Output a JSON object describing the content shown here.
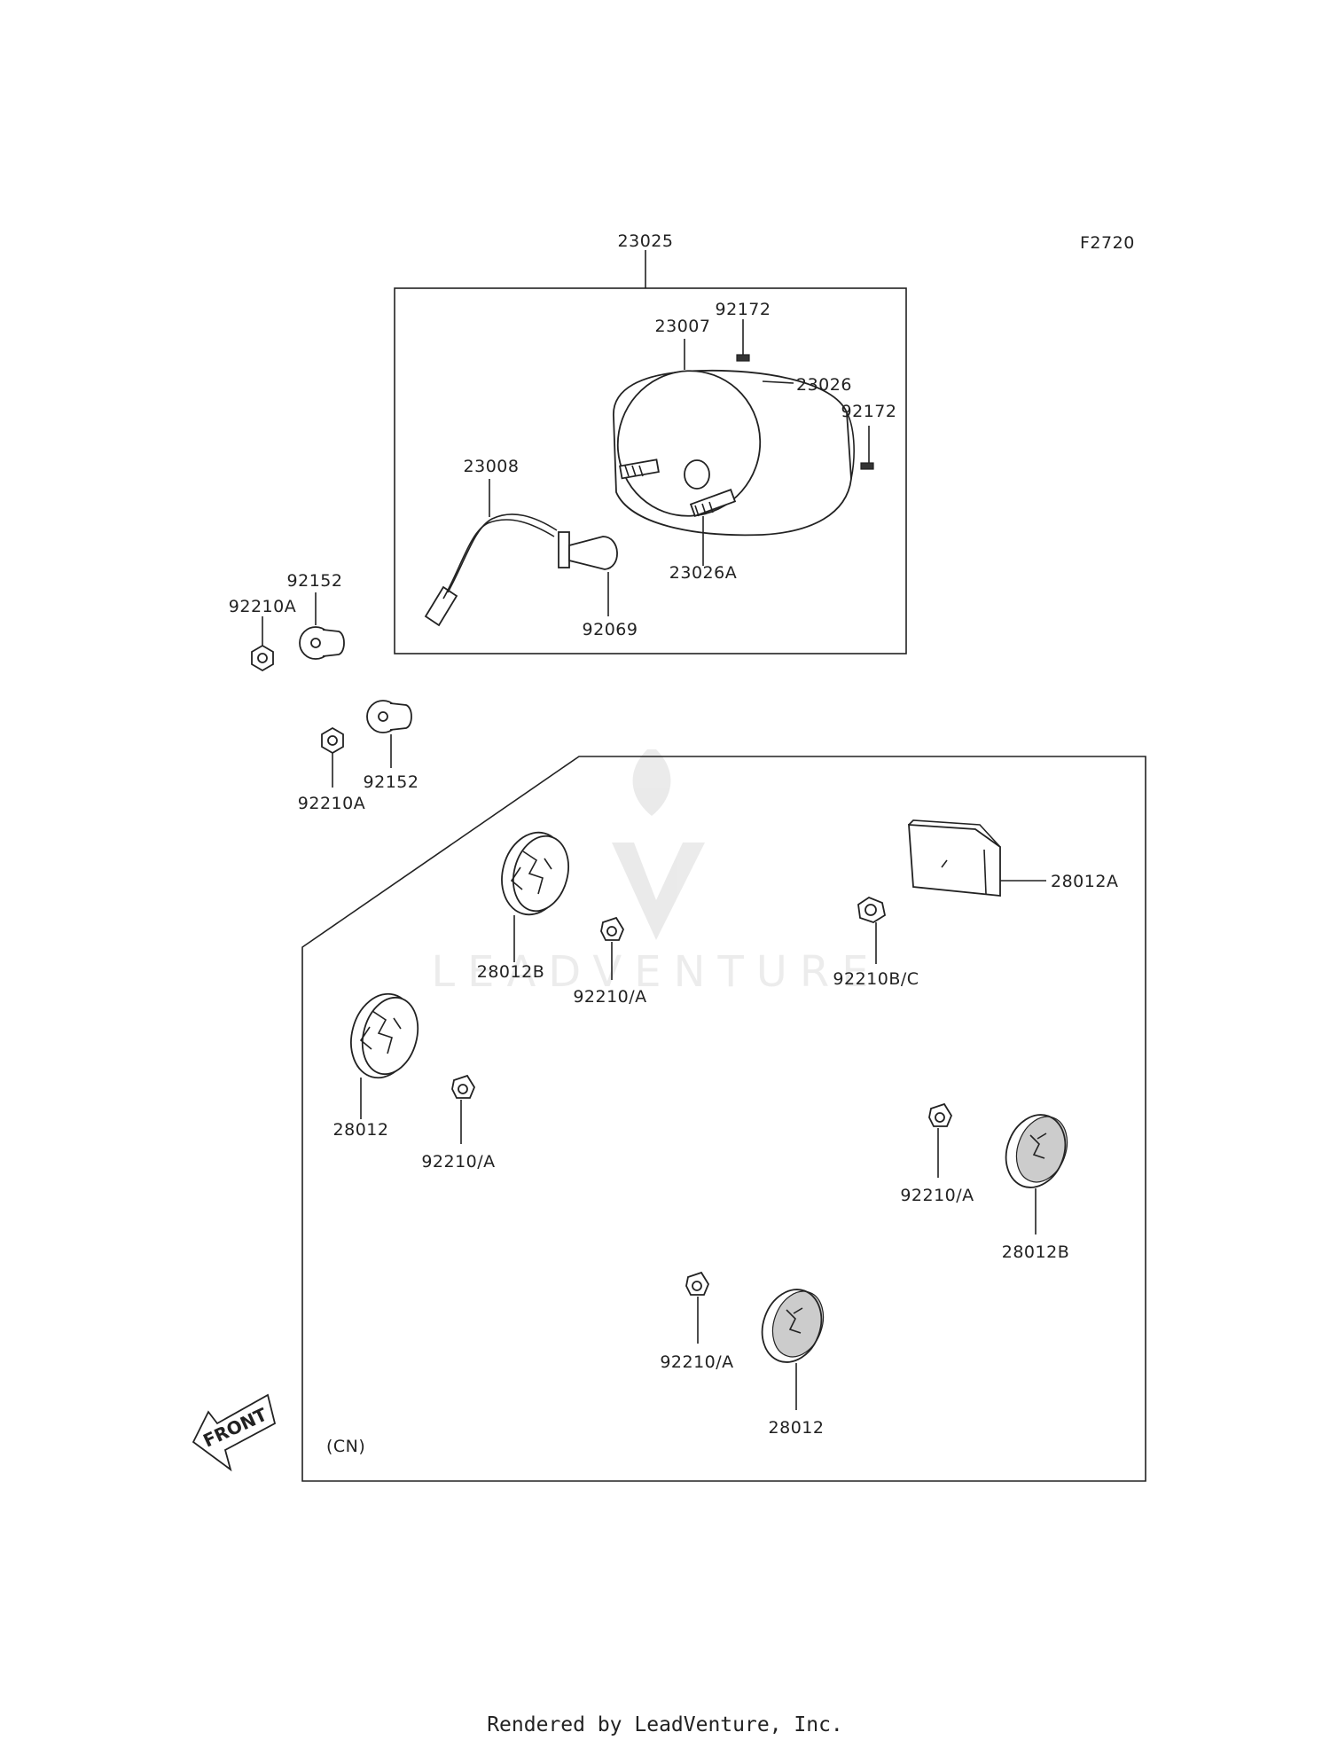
{
  "figure_code": "F2720",
  "labels": {
    "l23025": "23025",
    "l92172a": "92172",
    "l23007": "23007",
    "l23026": "23026",
    "l92172b": "92172",
    "l23008": "23008",
    "l23026A": "23026A",
    "l92069": "92069",
    "l92152a": "92152",
    "l92210Aa": "92210A",
    "l92152b": "92152",
    "l92210Ab": "92210A",
    "l28012A": "28012A",
    "l28012Ba": "28012B",
    "l92210_A1": "92210/A",
    "l92210BC": "92210B/C",
    "l28012a": "28012",
    "l92210_A2": "92210/A",
    "l92210_A3": "92210/A",
    "l28012Bb": "28012B",
    "l92210_A4": "92210/A",
    "l28012b": "28012",
    "cn": "(CN)"
  },
  "front_arrow": "FRONT",
  "watermark": "LEADVENTURE",
  "footer": "Rendered by LeadVenture, Inc."
}
